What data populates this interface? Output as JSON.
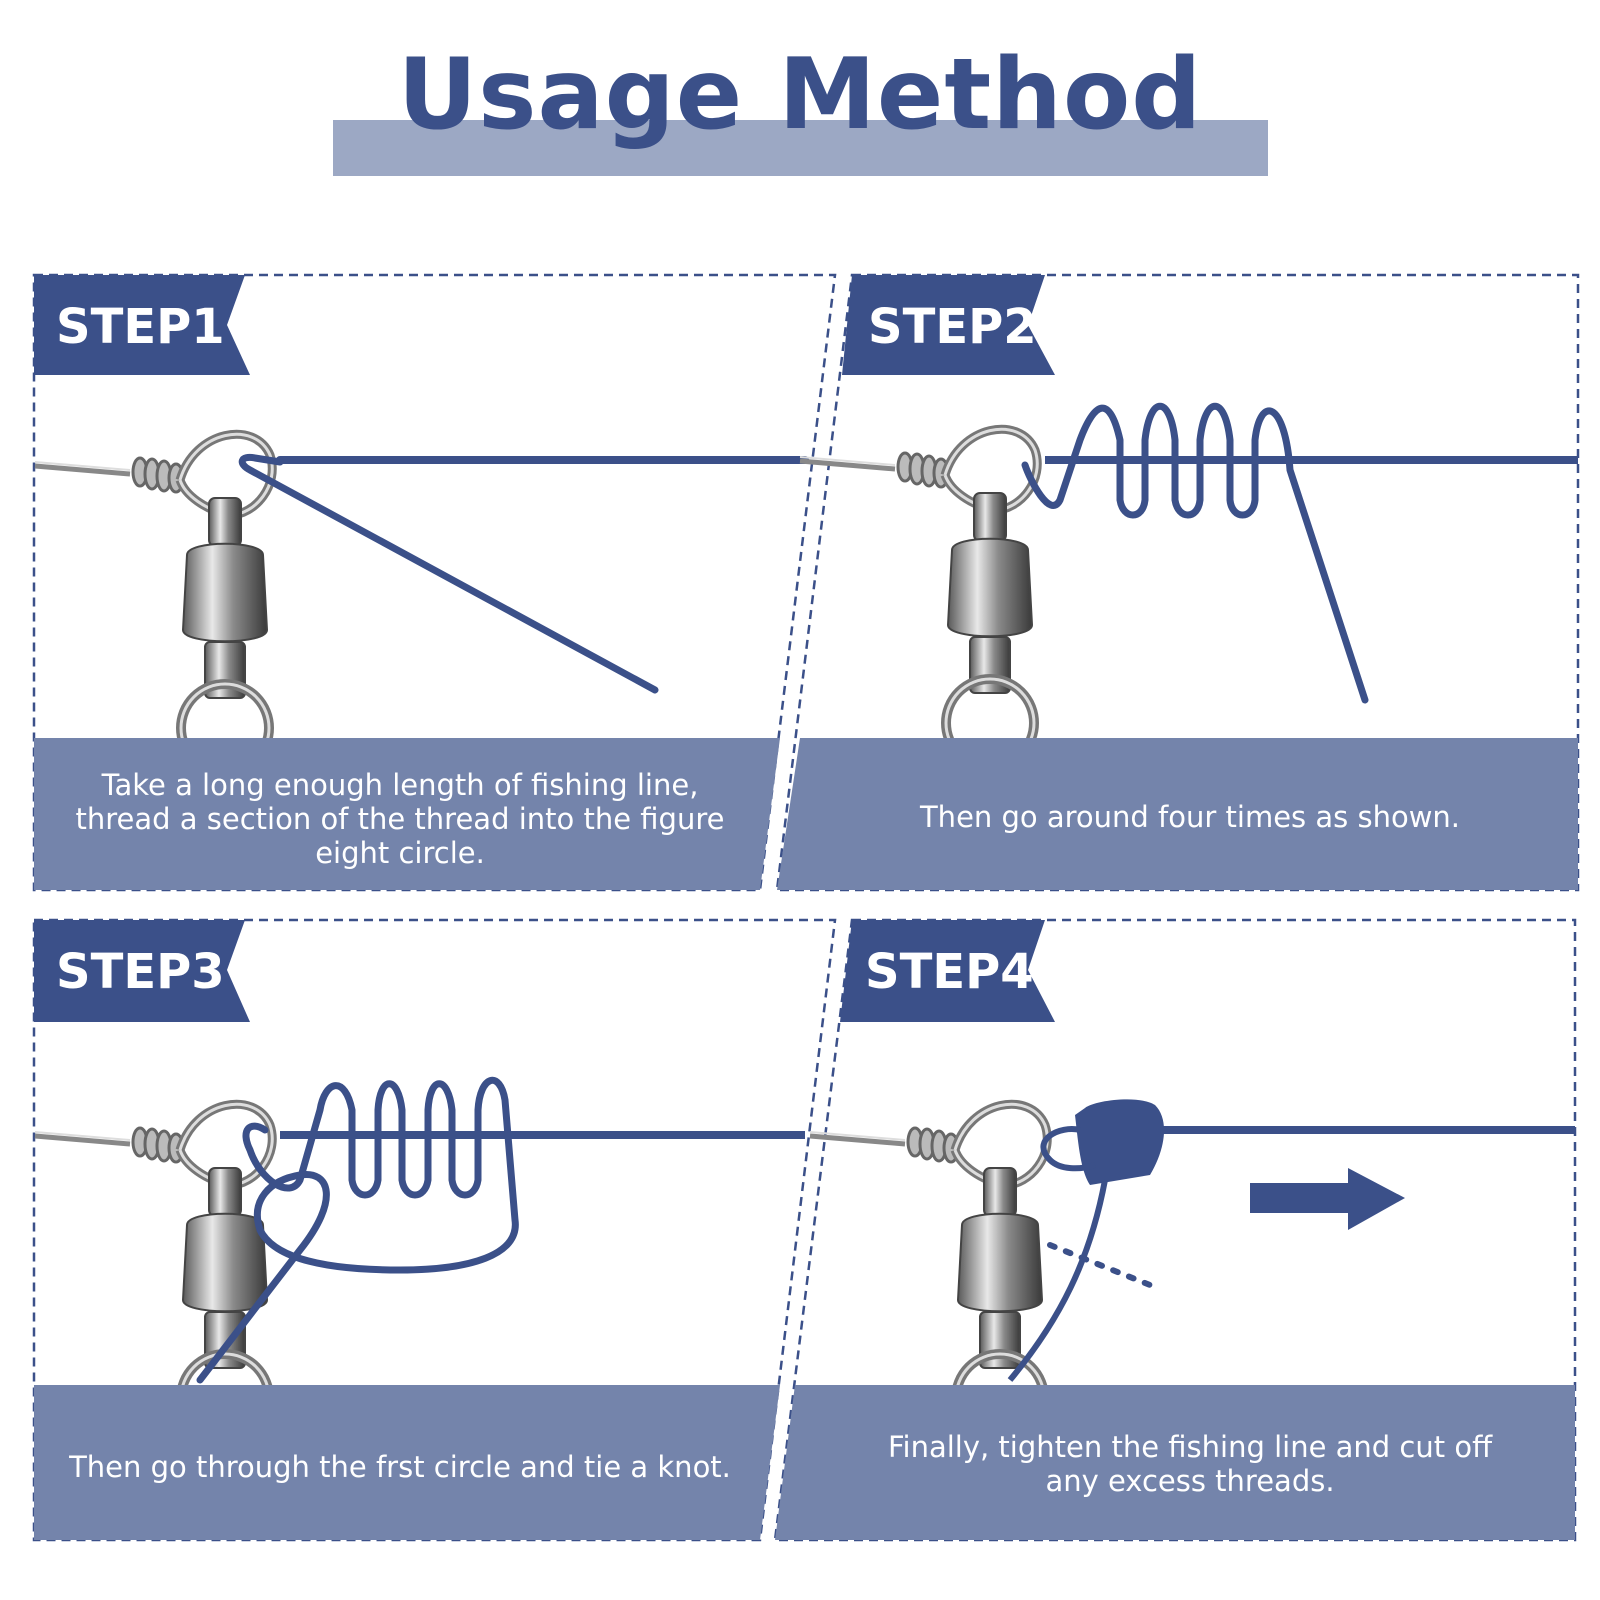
{
  "title": "Usage Method",
  "steps": [
    {
      "label": "STEP1",
      "caption": "Take a long enough length of fishing line, thread a section of the thread into the figure eight circle."
    },
    {
      "label": "STEP2",
      "caption": "Then go around four times as shown."
    },
    {
      "label": "STEP3",
      "caption": "Then go through the frst circle and tie a knot."
    },
    {
      "label": "STEP4",
      "caption": "Finally, tighten the fishing line and cut off any excess threads."
    }
  ],
  "colors": {
    "accent": "#3b5089",
    "caption_band": "#7484ab",
    "title_band": "#9ca8c4",
    "metal": "#9a9a9a"
  }
}
